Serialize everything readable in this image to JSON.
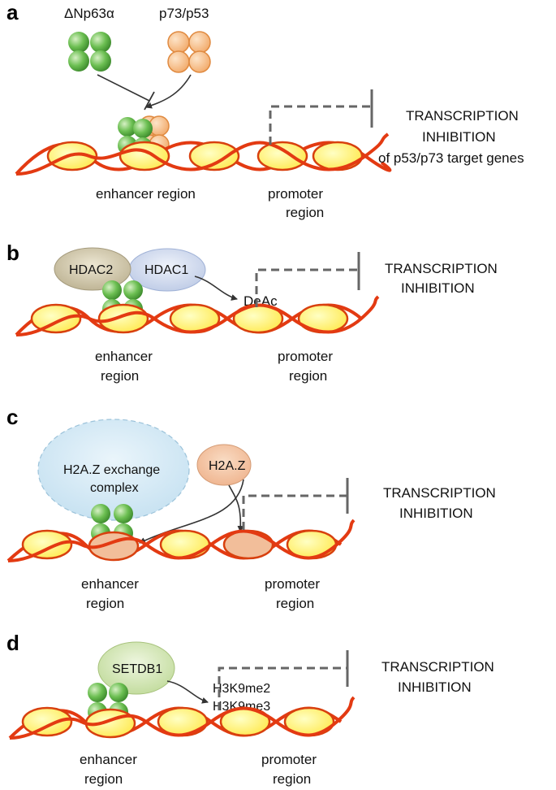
{
  "panels": [
    {
      "letter": "a",
      "proteins": {
        "p63": "ΔNp63α",
        "p73p53": "p73/p53"
      },
      "outcome": [
        "TRANSCRIPTION",
        "INHIBITION",
        "of p53/p73 target genes"
      ],
      "enhancer_label": [
        "enhancer region"
      ],
      "promoter_label": [
        "promoter",
        "region"
      ]
    },
    {
      "letter": "b",
      "proteins": {
        "hdac2": "HDAC2",
        "hdac1": "HDAC1"
      },
      "modification": "DeAc",
      "outcome": [
        "TRANSCRIPTION",
        "INHIBITION"
      ],
      "enhancer_label": [
        "enhancer",
        "region"
      ],
      "promoter_label": [
        "promoter",
        "region"
      ]
    },
    {
      "letter": "c",
      "proteins": {
        "complex": [
          "H2A.Z exchange",
          "complex"
        ],
        "h2az": "H2A.Z"
      },
      "outcome": [
        "TRANSCRIPTION",
        "INHIBITION"
      ],
      "enhancer_label": [
        "enhancer",
        "region"
      ],
      "promoter_label": [
        "promoter",
        "region"
      ]
    },
    {
      "letter": "d",
      "proteins": {
        "setdb1": "SETDB1"
      },
      "modification": [
        "H3K9me2",
        "H3K9me3"
      ],
      "outcome": [
        "TRANSCRIPTION",
        "INHIBITION"
      ],
      "enhancer_label": [
        "enhancer",
        "region"
      ],
      "promoter_label": [
        "promoter",
        "region"
      ]
    }
  ],
  "colors": {
    "dna": "#e33a12",
    "nucleosome": "#fff27a",
    "p63_tetramer": "#5fb04a",
    "p73_tetramer": "#f0a868",
    "hdac2": "#c9bfa4",
    "hdac1": "#c7d3ea",
    "h2az": "#f2be9a",
    "complex": "#cfe6f3",
    "setdb1": "#cfe1ad",
    "tss": "#666666"
  }
}
